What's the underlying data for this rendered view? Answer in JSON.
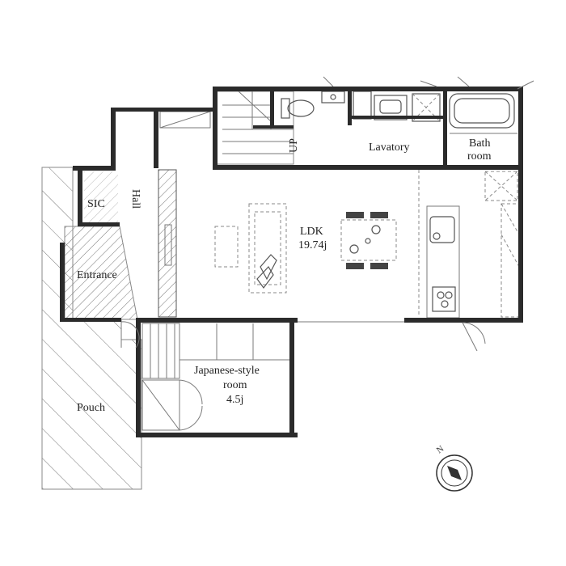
{
  "rooms": {
    "lavatory": "Lavatory",
    "bath_line1": "Bath",
    "bath_line2": "room",
    "up": "UP",
    "ldk_name": "LDK",
    "ldk_area": "19.74j",
    "sic": "SIC",
    "hall": "Hall",
    "entrance": "Entrance",
    "japanese_line1": "Japanese-style",
    "japanese_line2": "room",
    "japanese_area": "4.5j",
    "pouch": "Pouch"
  },
  "compass": {
    "north": "N"
  }
}
